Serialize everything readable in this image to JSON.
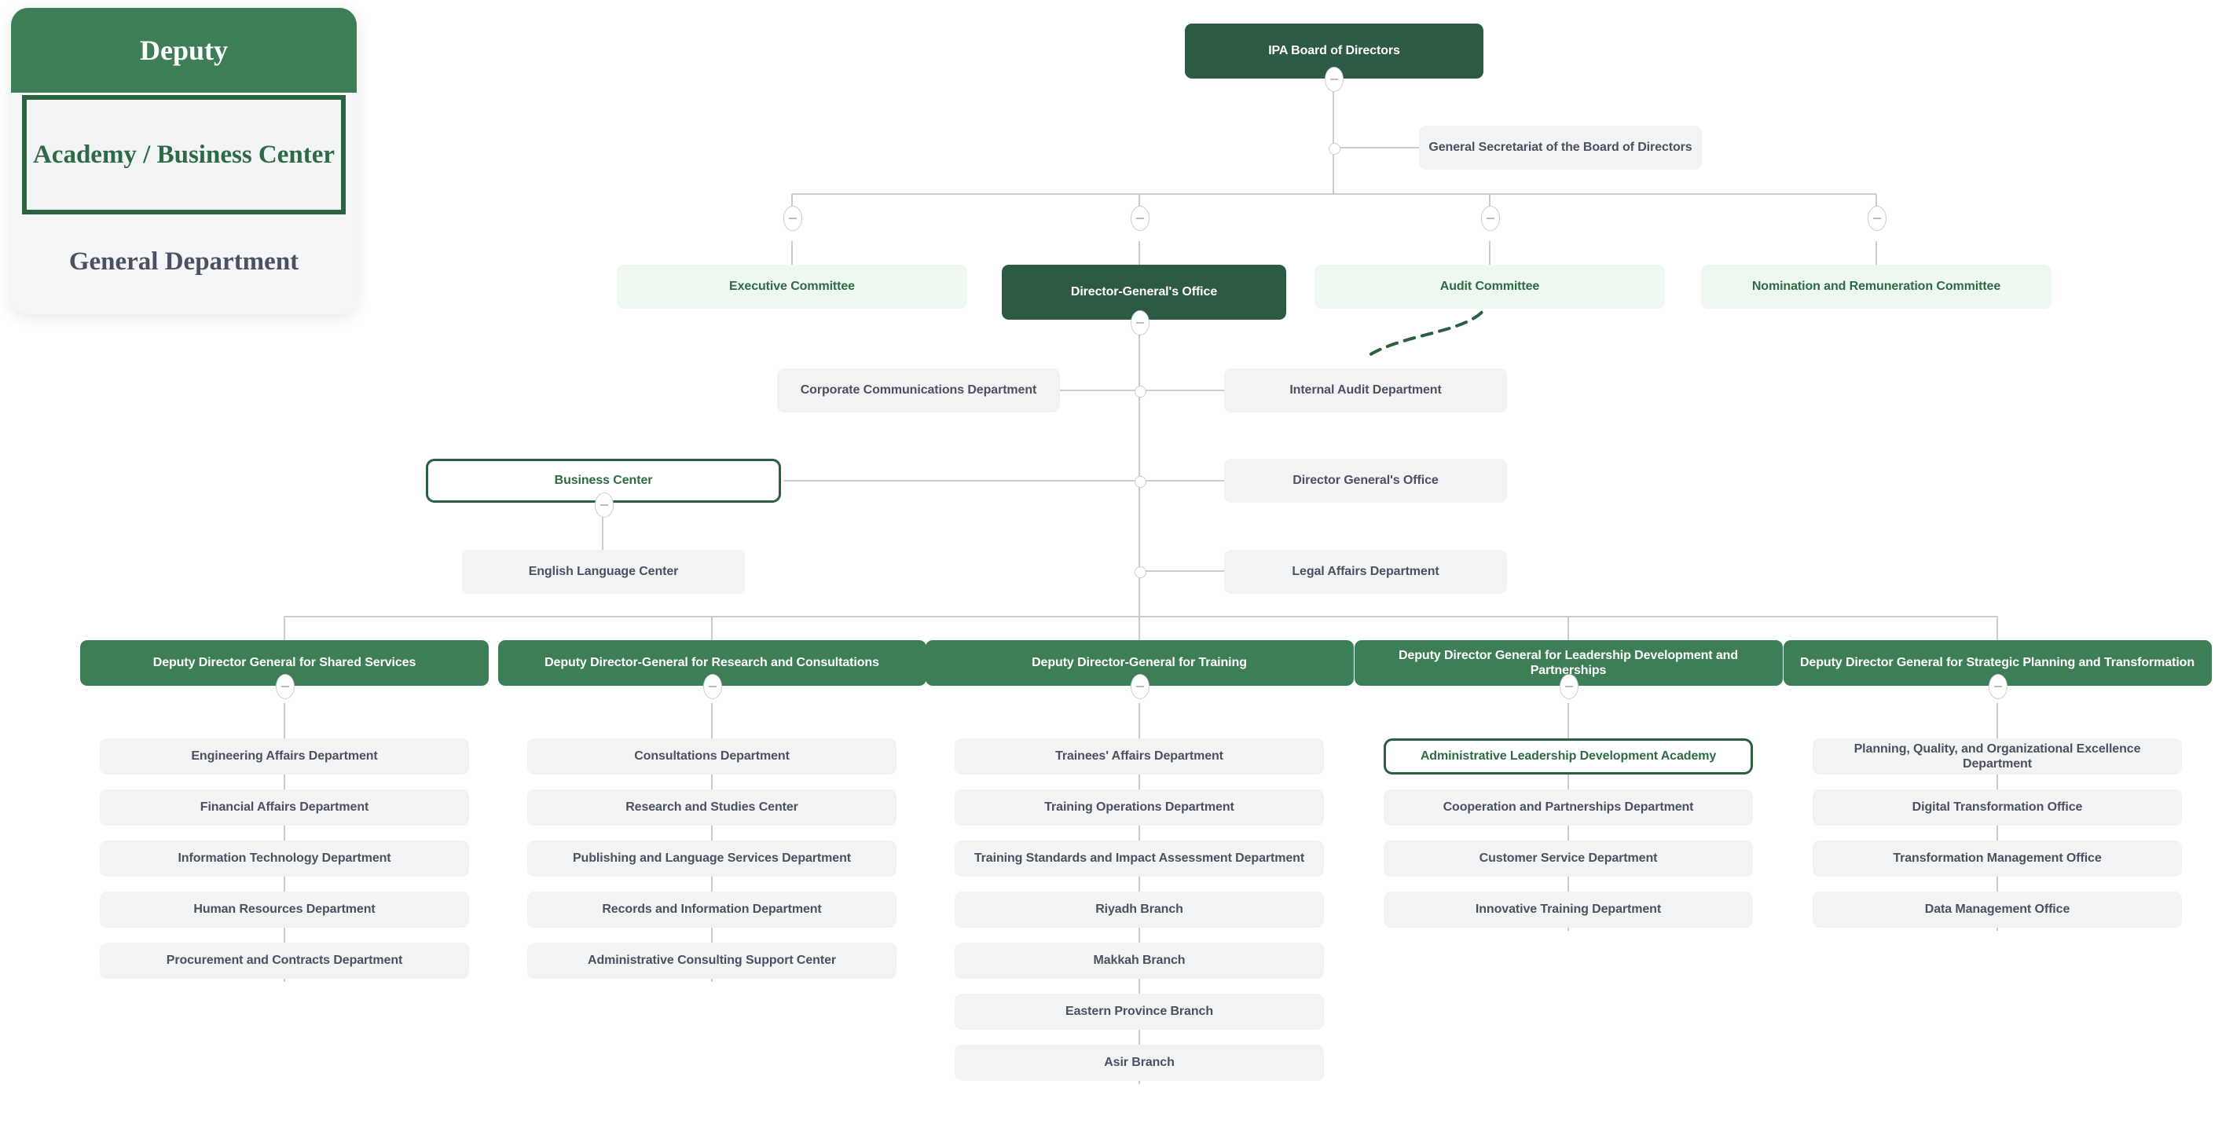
{
  "legend": {
    "title": "Deputy",
    "academy_label": "Academy / Business Center",
    "general_label": "General Department"
  },
  "colors": {
    "board_green": "#2c5a42",
    "deputy_green": "#3d7e57",
    "committee_bg": "#eef8f0",
    "committee_text": "#2d6a45",
    "department_bg": "#f1f3f5",
    "department_text": "#4a5160",
    "academy_border": "#2c5f40",
    "wire": "#c9cdd2",
    "dashed_link": "#2c5f40"
  },
  "chart_data": {
    "type": "org-chart",
    "title": "IPA Organizational Structure",
    "root": "IPA Board of Directors"
  },
  "nodes": {
    "board": "IPA Board of Directors",
    "secretariat": "General Secretariat of the Board of Directors",
    "committees": [
      "Executive Committee",
      "Director-General's Office",
      "Audit Committee",
      "Nomination and Remuneration Committee"
    ],
    "dg_left": [
      "Corporate Communications Department",
      "Business Center",
      "English Language Center"
    ],
    "dg_right": [
      "Internal Audit Department",
      "Director General's Office",
      "Legal Affairs Department"
    ],
    "corporate_communications": "Corporate Communications Department",
    "business_center": "Business Center",
    "english_language_center": "English Language Center",
    "internal_audit": "Internal Audit Department",
    "director_general_office": "Director General's Office",
    "legal_affairs": "Legal Affairs Department"
  },
  "branches": [
    {
      "header": "Deputy Director General for Shared Services",
      "children": [
        "Engineering Affairs Department",
        "Financial Affairs Department",
        "Information Technology Department",
        "Human Resources Department",
        "Procurement and Contracts Department"
      ]
    },
    {
      "header": "Deputy Director-General for Research and Consultations",
      "children": [
        "Consultations Department",
        "Research and Studies Center",
        "Publishing and Language Services Department",
        "Records and Information Department",
        "Administrative Consulting Support Center"
      ]
    },
    {
      "header": "Deputy Director-General for Training",
      "children": [
        "Trainees' Affairs Department",
        "Training Operations Department",
        "Training Standards and Impact Assessment Department",
        "Riyadh Branch",
        "Makkah Branch",
        "Eastern Province Branch",
        "Asir Branch"
      ]
    },
    {
      "header": "Deputy Director General for Leadership Development and Partnerships",
      "children": [
        "Administrative Leadership Development Academy",
        "Cooperation and Partnerships Department",
        "Customer Service Department",
        "Innovative Training Department"
      ]
    },
    {
      "header": "Deputy Director General for Strategic Planning and Transformation",
      "children": [
        "Planning, Quality, and Organizational Excellence Department",
        "Digital Transformation Office",
        "Transformation Management Office",
        "Data Management Office"
      ]
    }
  ]
}
